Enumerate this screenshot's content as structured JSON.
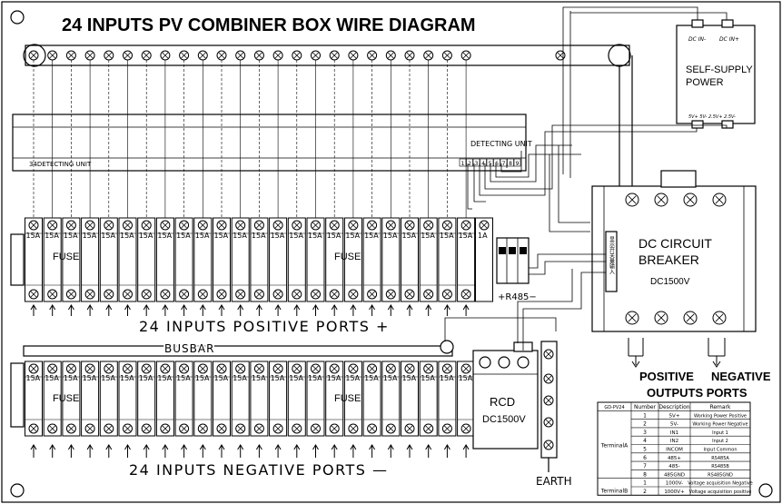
{
  "title": "24 INPUTS PV COMBINER BOX WIRE DIAGRAM",
  "detecting_unit": {
    "label_left": "34DETECTING UNIT",
    "label_right": "DETECTING UNIT",
    "pins": [
      "1",
      "2",
      "3",
      "4",
      "5",
      "6",
      "7",
      "8",
      "9"
    ]
  },
  "self_supply": {
    "line1": "SELF-SUPPLY",
    "line2": "POWER",
    "dc_in_minus": "DC IN-",
    "dc_in_plus": "DC IN+",
    "out_labels": "5V+ 5V-  2.5V+ 2.5V-"
  },
  "breaker": {
    "line1": "DC CIRCUIT",
    "line2": "BREAKER",
    "rating": "DC1500V",
    "side_text": "显示开关量输入"
  },
  "fuse_rating": "15A",
  "fuse_rating_alt": "1A",
  "fuse_label": "FUSE",
  "r485_label": "+R485−",
  "positive_ports": "24 INPUTS POSITIVE PORTS +",
  "negative_ports": "24 INPUTS NEGATIVE PORTS —",
  "busbar": "BUSBAR",
  "rcd": {
    "line1": "RCD",
    "line2": "DC1500V"
  },
  "earth": "EARTH",
  "positive_outputs": "POSITIVE",
  "negative_outputs": "NEGATIVE",
  "outputs_ports": "OUTPUTS PORTS",
  "table": {
    "model": "GD-PV24",
    "headers": [
      "Number",
      "Description",
      "Remark"
    ],
    "group_a": "TerminalA",
    "group_b": "TerminalB",
    "rows": [
      {
        "number": "1",
        "description": "5V+",
        "remark": "Working Power Positive"
      },
      {
        "number": "2",
        "description": "5V-",
        "remark": "Working Power Negative"
      },
      {
        "number": "3",
        "description": "IN1",
        "remark": "Input 1"
      },
      {
        "number": "4",
        "description": "IN2",
        "remark": "Input 2"
      },
      {
        "number": "5",
        "description": "INCOM",
        "remark": "Input Common"
      },
      {
        "number": "6",
        "description": "485+",
        "remark": "RS485A"
      },
      {
        "number": "7",
        "description": "485-",
        "remark": "RS485B"
      },
      {
        "number": "8",
        "description": "485GND",
        "remark": "RS485GND"
      },
      {
        "number": "1",
        "description": "1000V-",
        "remark": "Voltage acquisition Negative"
      },
      {
        "number": "2",
        "description": "1000V+",
        "remark": "Voltage acquisition positive"
      }
    ]
  }
}
